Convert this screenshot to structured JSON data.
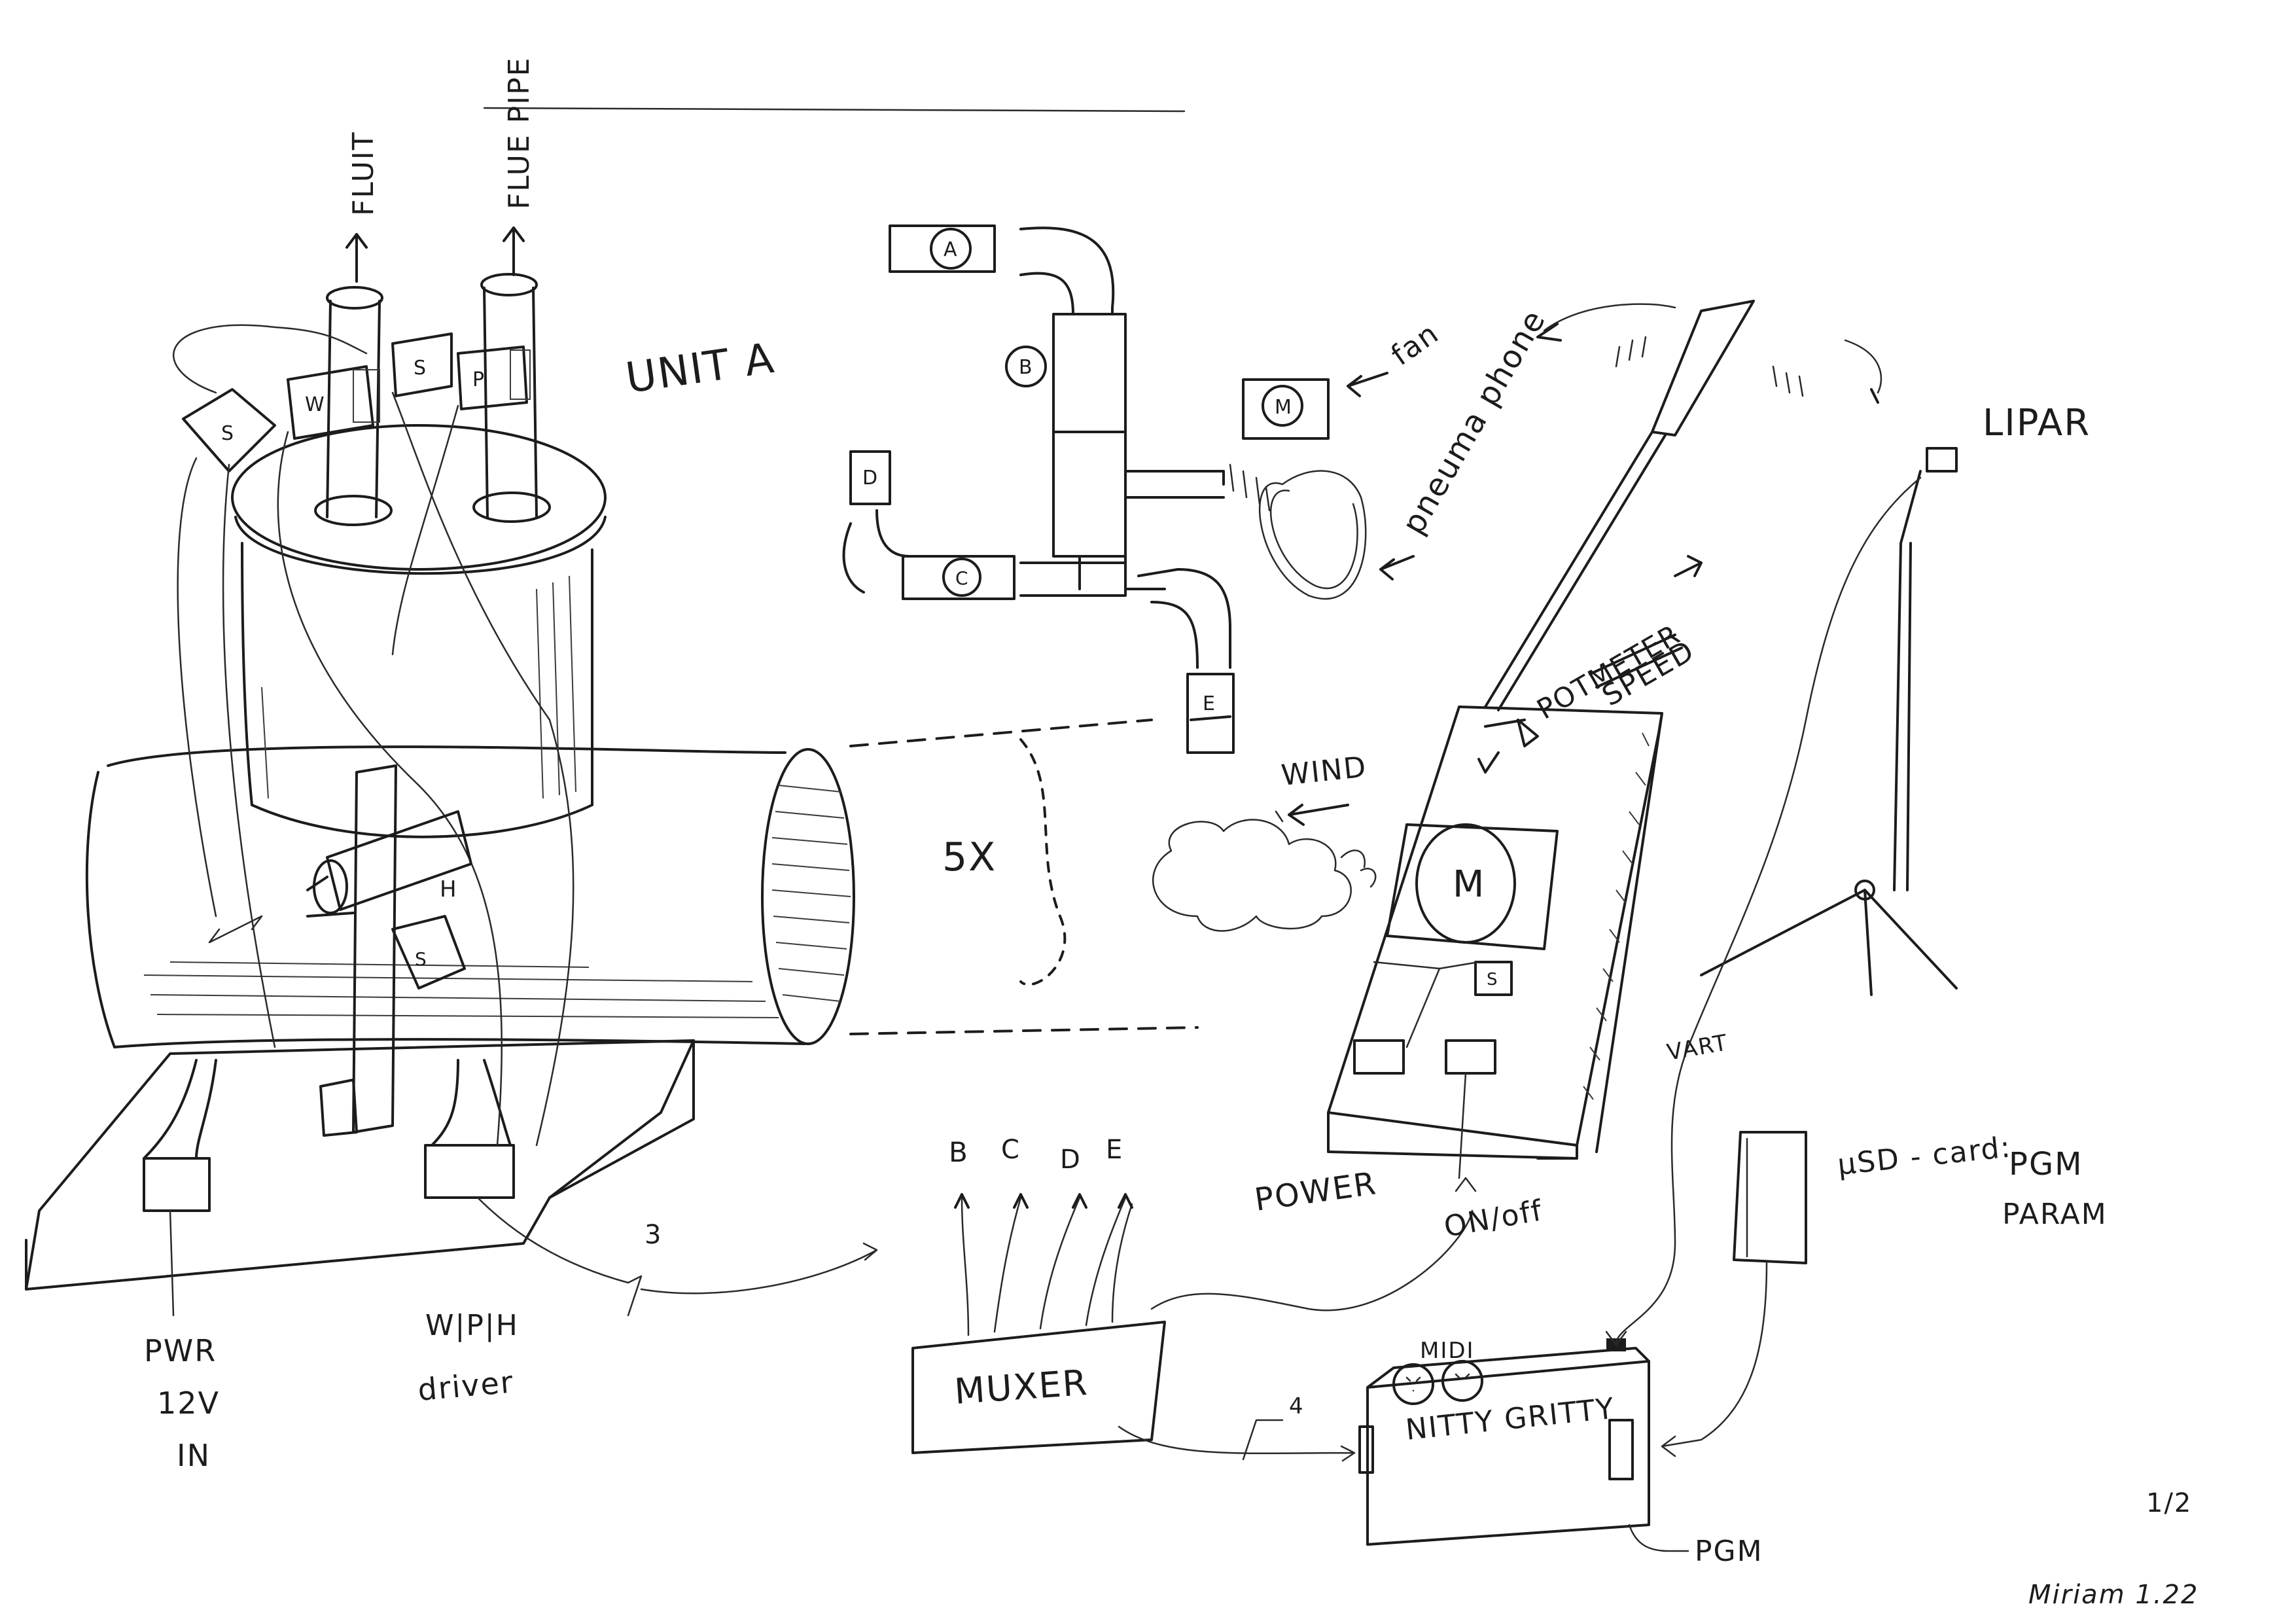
{
  "labels": {
    "flute": "FLUIT",
    "flue_pipe": "FLUE PIPE",
    "unit": "UNIT A",
    "valve_a": "A",
    "valve_b": "B",
    "valve_c": "C",
    "valve_d": "D",
    "valve_e": "E",
    "motor_fan": "M",
    "fan": "fan",
    "pneumaphone": "pneuma phone",
    "lipar": "LIPAR",
    "potmeter": "POTMETER",
    "speed": "SPEED",
    "wind": "WIND",
    "multiplier": "5X",
    "motor_power": "M",
    "switch": "S",
    "power": "POWER",
    "on_off": "ON/off",
    "vart": "VART",
    "block_w": "W",
    "block_s1": "S",
    "block_s2": "S",
    "block_p": "P",
    "block_h": "H",
    "block_s3": "S",
    "pwr_line1": "PWR",
    "pwr_line2": "12V",
    "pwr_line3": "IN",
    "driver_line1": "W|P|H",
    "driver_line2": "driver",
    "bus_3": "3",
    "bus_4": "4",
    "mux_b": "B",
    "mux_c": "C",
    "mux_d": "D",
    "mux_e": "E",
    "muxer": "MUXER",
    "midi": "MIDI",
    "nitty_gritty": "NITTY GRITTY",
    "pgm_out": "PGM",
    "sd_card": "µSD - card:",
    "pgm": "PGM",
    "param": "PARAM",
    "page": "1/2",
    "signature": "Miriam 1.22"
  }
}
